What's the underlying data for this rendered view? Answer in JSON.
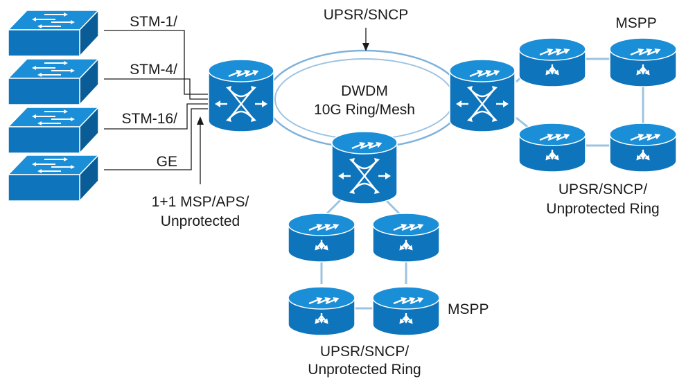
{
  "colors": {
    "device_blue": "#0e74bb",
    "device_top": "#1a8ed6",
    "device_side": "#0a5c97",
    "link": "#9cc3e2",
    "ring": "#7fb2da",
    "text": "#1a1a1a"
  },
  "labels": {
    "upsr_top": "UPSR/SNCP",
    "dwdm_line1": "DWDM",
    "dwdm_line2": "10G Ring/Mesh",
    "stm1": "STM-1/",
    "stm4": "STM-4/",
    "stm16": "STM-16/",
    "ge": "GE",
    "msp_line1": "1+1 MSP/APS/",
    "msp_line2": "Unprotected",
    "mspp_right": "MSPP",
    "mspp_bottom": "MSPP",
    "right_ring_line1": "UPSR/SNCP/",
    "right_ring_line2": "Unprotected Ring",
    "bottom_ring_line1": "UPSR/SNCP/",
    "bottom_ring_line2": "Unprotected Ring"
  },
  "icons": {
    "switch": "switch-icon",
    "cross_connect": "optical-cross-connect-icon",
    "mspp": "mspp-router-icon"
  }
}
